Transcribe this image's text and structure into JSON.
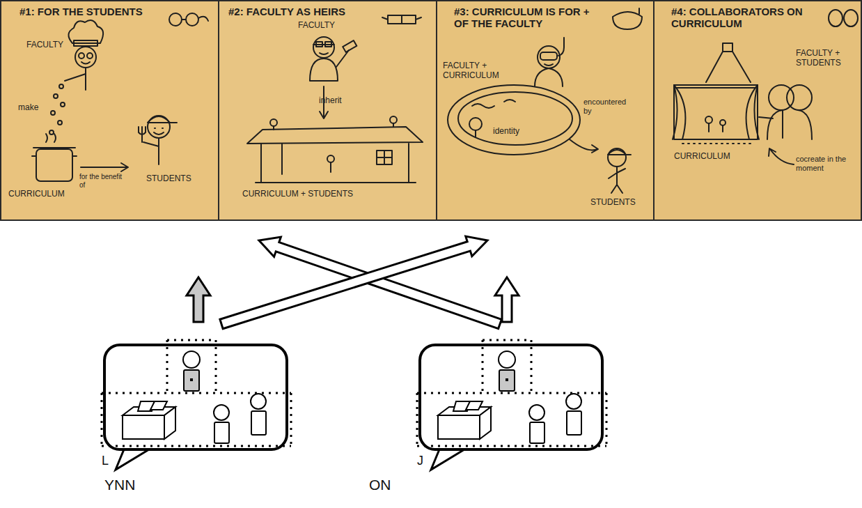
{
  "diagram": {
    "nodes": [
      {
        "text": [
          "#1: FOR THE STUDENTS",
          "FACULTY",
          "make",
          "CURRICULUM",
          "for the benefit of",
          "STUDENTS"
        ]
      },
      {
        "text": [
          "#2: FACULTY AS HEIRS",
          "FACULTY",
          "inherit",
          "CURRICULUM + STUDENTS"
        ]
      },
      {
        "text": [
          "#3: CURRICULUM IS FOR + OF THE FACULTY",
          "FACULTY + CURRICULUM",
          "identity",
          "encountered by",
          "STUDENTS"
        ]
      },
      {
        "text": [
          "#4: COLLABORATORS ON CURRICULUM",
          "FACULTY + STUDENTS",
          "CURRICULUM",
          "cocreate in the moment"
        ]
      }
    ],
    "labels": [
      "L",
      "J",
      "YNN",
      "ON"
    ]
  }
}
